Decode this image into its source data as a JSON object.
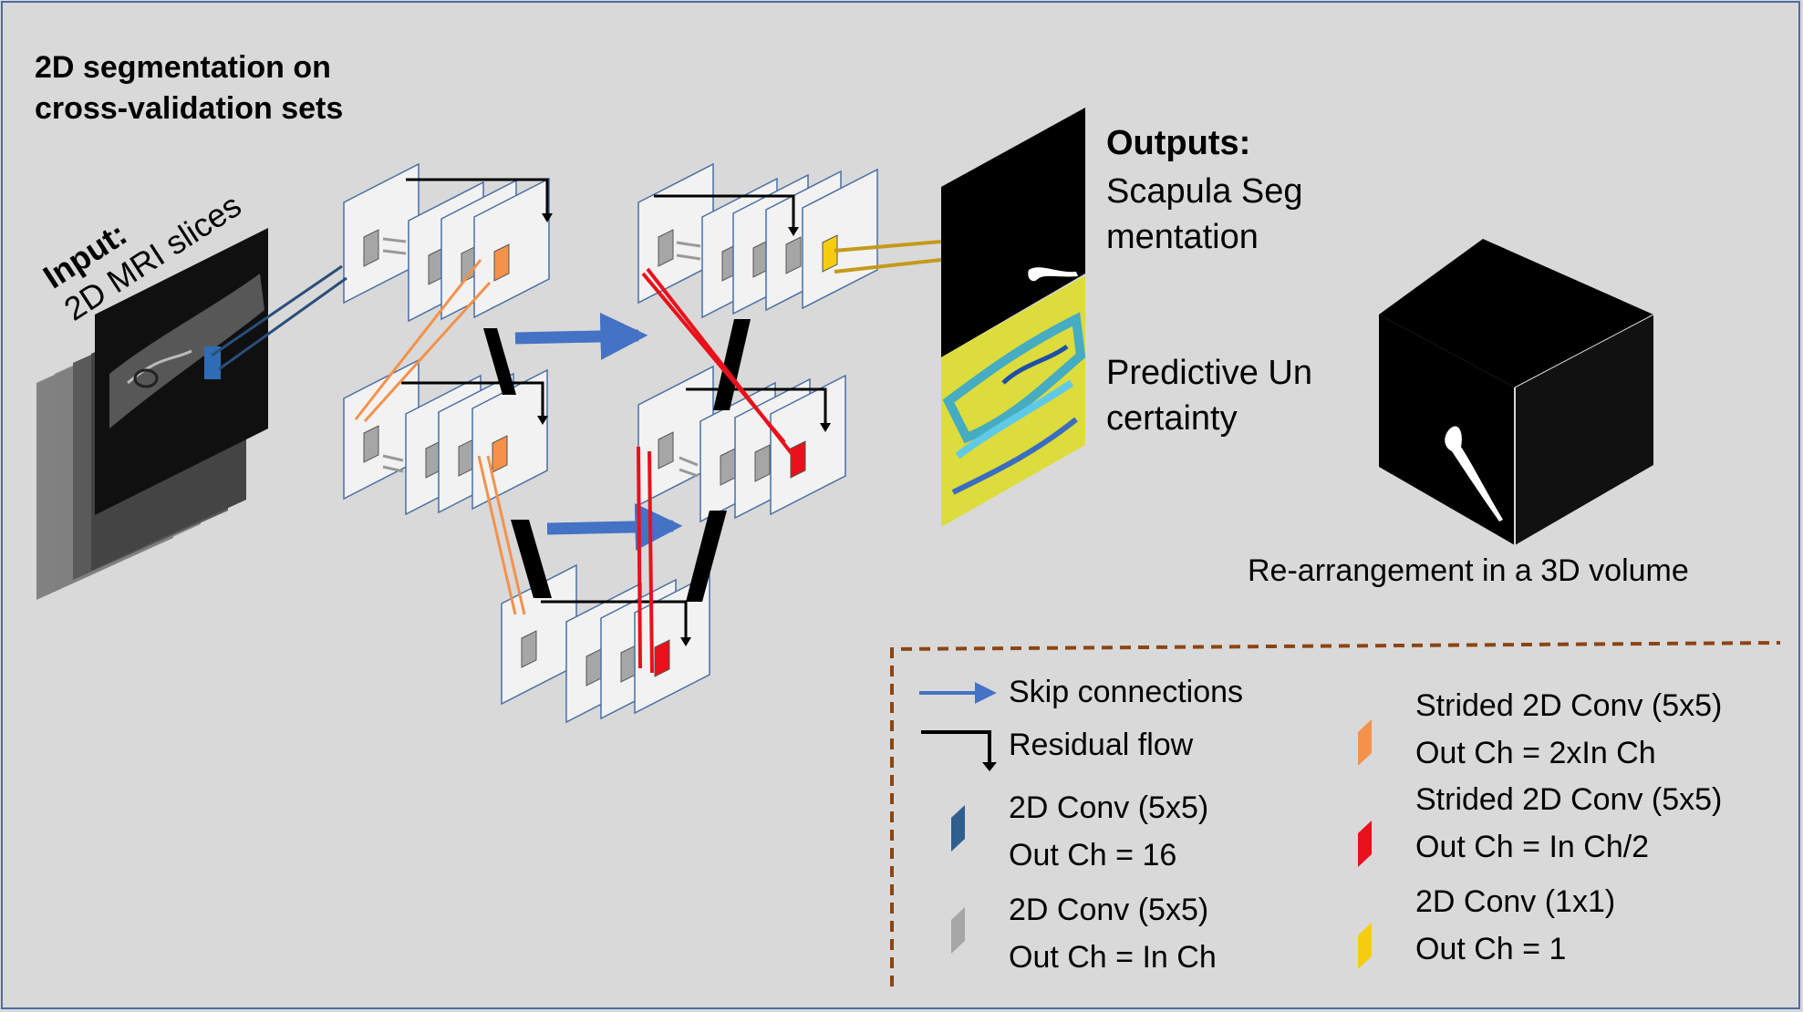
{
  "title": [
    "2D segmentation on",
    "cross-validation sets"
  ],
  "input_label": {
    "bold": "Input:",
    "text": "2D MRI slices"
  },
  "outputs": {
    "title": "Outputs:",
    "items": [
      "Scapula Segmentation",
      "Predictive Uncertainty"
    ]
  },
  "cube_caption": "Re-arrangement in a 3D volume",
  "legend": {
    "items": [
      {
        "lines": [
          "Skip connections"
        ],
        "icon": "blue-arrow-icon"
      },
      {
        "lines": [
          "Residual flow"
        ],
        "icon": "black-elbow-arrow-icon"
      },
      {
        "lines": [
          "2D Conv (5x5)",
          "Out Ch = 16"
        ],
        "icon": "dark-blue-kernel-icon",
        "color": "#2f5f8f"
      },
      {
        "lines": [
          "2D Conv (5x5)",
          "Out Ch = In Ch"
        ],
        "icon": "gray-kernel-icon",
        "color": "#a6a6a6"
      },
      {
        "lines": [
          "Strided 2D Conv (5x5)",
          "Out Ch = 2xIn Ch"
        ],
        "icon": "orange-kernel-icon",
        "color": "#f4914a"
      },
      {
        "lines": [
          "Strided 2D Conv (5x5)",
          "Out Ch = In Ch/2"
        ],
        "icon": "red-kernel-icon",
        "color": "#e8111b"
      },
      {
        "lines": [
          "2D Conv (1x1)",
          "Out Ch = 1"
        ],
        "icon": "yellow-kernel-icon",
        "color": "#f5cd0e"
      }
    ]
  },
  "colors": {
    "background": "#d9d9d9",
    "frame": "#4a6fa5",
    "skip_arrow": "#4472c4",
    "legend_border": "#8b4513",
    "uncertainty_bg": "#dcdc3c"
  }
}
